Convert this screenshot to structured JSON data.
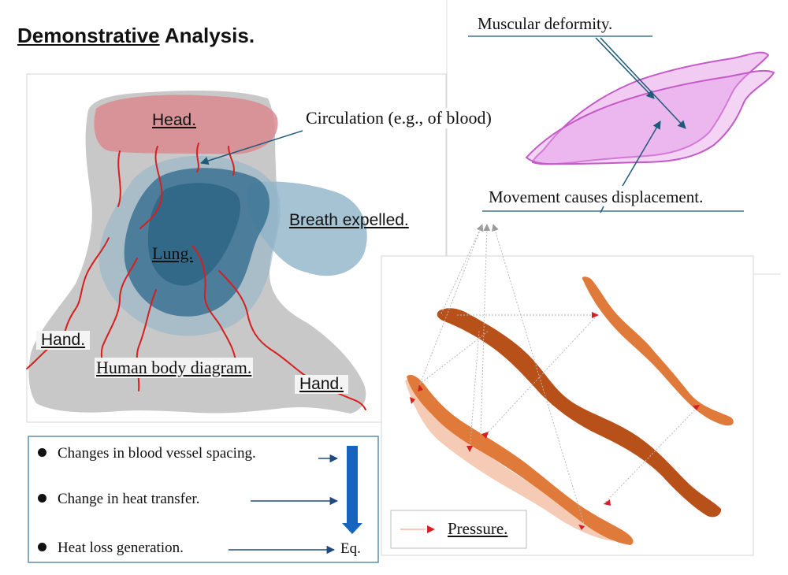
{
  "title": {
    "underlined": "Demonstrative",
    "rest": " Analysis."
  },
  "body_labels": {
    "head": "Head.",
    "lung": "Lung.",
    "breath": "Breath expelled.",
    "hand_left": "Hand.",
    "hand_right": "Hand.",
    "diagram_caption": "Human body diagram.",
    "circulation": "Circulation (e.g., of blood)"
  },
  "muscle_labels": {
    "deformity": "Muscular deformity.",
    "displacement": "Movement causes displacement."
  },
  "legend": {
    "items": [
      "Changes in blood vessel spacing.",
      "Change in heat transfer.",
      "Heat loss generation."
    ],
    "result": "Eq."
  },
  "pressure_legend": {
    "label": "Pressure."
  },
  "colors": {
    "body": "#c8c8c8",
    "head": "#d98a8e",
    "lung_light": "#8fb4c8",
    "lung_dark": "#2e6a8c",
    "vessel": "#d81e1e",
    "muscle": "#e6a0e8",
    "muscle_stroke": "#c45ac8",
    "strand_dark": "#b8501a",
    "strand_mid": "#e07a3a",
    "strand_light": "#f4c2a8",
    "pressure_arrow": "#d62020",
    "legend_arrow": "#1e5a9a",
    "big_arrow": "#1565c0"
  }
}
